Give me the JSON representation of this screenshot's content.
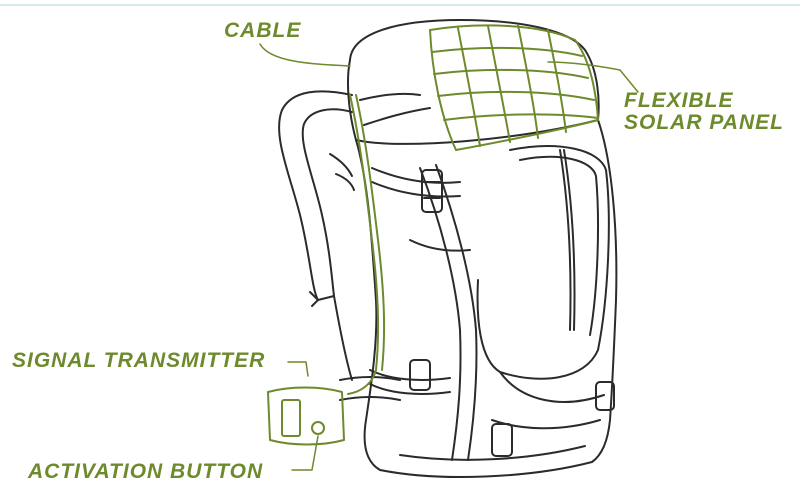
{
  "labels": {
    "cable": "CABLE",
    "solar_line1": "FLEXIBLE",
    "solar_line2": "SOLAR PANEL",
    "signal_transmitter": "SIGNAL TRANSMITTER",
    "activation_button": "ACTIVATION BUTTON"
  },
  "colors": {
    "ink": "#2b2b2b",
    "accent": "#6d8a2c",
    "accent_light": "#8fb04a",
    "top_rule": "#d7ecef"
  },
  "icons": {
    "backpack": "backpack-illustration",
    "solar_panel": "solar-grid-panel",
    "transmitter": "signal-transmitter-device",
    "button": "activation-button"
  }
}
